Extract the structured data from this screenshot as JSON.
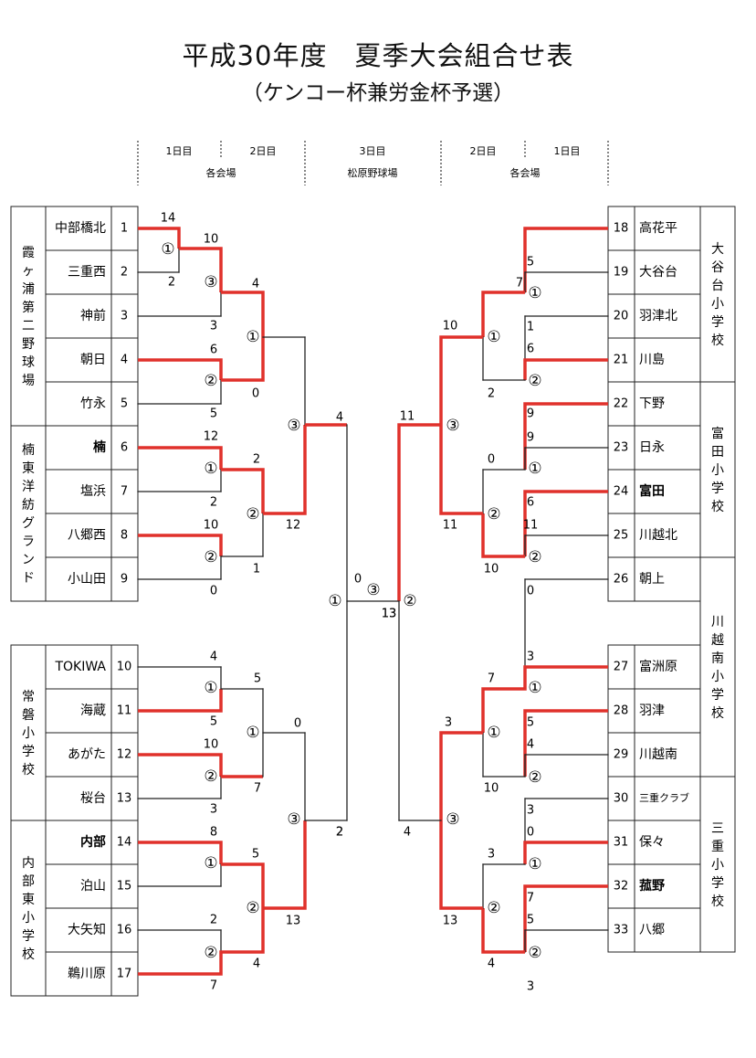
{
  "title": "平成30年度　夏季大会組合せ表",
  "subtitle": "（ケンコー杯兼労金杯予選）",
  "header": {
    "day1": "1日目",
    "day2": "2日目",
    "day3": "3日目",
    "venue_each": "各会場",
    "venue_final": "松原野球場"
  },
  "colors": {
    "winner_line": "#e0312b",
    "line": "#222222"
  },
  "venues": [
    {
      "name": "霞ヶ浦第二野球場",
      "side": "left",
      "from": 1,
      "to": 5
    },
    {
      "name": "楠東洋紡グランド",
      "side": "left",
      "from": 6,
      "to": 9
    },
    {
      "name": "常磐小学校",
      "side": "left",
      "from": 10,
      "to": 13
    },
    {
      "name": "内部東小学校",
      "side": "left",
      "from": 14,
      "to": 17
    },
    {
      "name": "大谷台小学校",
      "side": "right",
      "from": 18,
      "to": 21
    },
    {
      "name": "富田小学校",
      "side": "right",
      "from": 22,
      "to": 25
    },
    {
      "name": "川越南小学校",
      "side": "right",
      "from": 26,
      "to": 29
    },
    {
      "name": "三重小学校",
      "side": "right",
      "from": 30,
      "to": 33
    }
  ],
  "teams": [
    {
      "no": "1",
      "name": "中部橋北",
      "side": "left"
    },
    {
      "no": "2",
      "name": "三重西",
      "side": "left"
    },
    {
      "no": "3",
      "name": "神前",
      "side": "left"
    },
    {
      "no": "4",
      "name": "朝日",
      "side": "left"
    },
    {
      "no": "5",
      "name": "竹永",
      "side": "left"
    },
    {
      "no": "6",
      "name": "楠",
      "side": "left",
      "bold": true
    },
    {
      "no": "7",
      "name": "塩浜",
      "side": "left"
    },
    {
      "no": "8",
      "name": "八郷西",
      "side": "left"
    },
    {
      "no": "9",
      "name": "小山田",
      "side": "left"
    },
    {
      "no": "10",
      "name": "TOKIWA",
      "side": "left"
    },
    {
      "no": "11",
      "name": "海蔵",
      "side": "left"
    },
    {
      "no": "12",
      "name": "あがた",
      "side": "left"
    },
    {
      "no": "13",
      "name": "桜台",
      "side": "left"
    },
    {
      "no": "14",
      "name": "内部",
      "side": "left",
      "bold": true
    },
    {
      "no": "15",
      "name": "泊山",
      "side": "left"
    },
    {
      "no": "16",
      "name": "大矢知",
      "side": "left"
    },
    {
      "no": "17",
      "name": "鵜川原",
      "side": "left"
    },
    {
      "no": "18",
      "name": "高花平",
      "side": "right"
    },
    {
      "no": "19",
      "name": "大谷台",
      "side": "right"
    },
    {
      "no": "20",
      "name": "羽津北",
      "side": "right"
    },
    {
      "no": "21",
      "name": "川島",
      "side": "right"
    },
    {
      "no": "22",
      "name": "下野",
      "side": "right"
    },
    {
      "no": "23",
      "name": "日永",
      "side": "right"
    },
    {
      "no": "24",
      "name": "富田",
      "side": "right",
      "bold": true
    },
    {
      "no": "25",
      "name": "川越北",
      "side": "right"
    },
    {
      "no": "26",
      "name": "朝上",
      "side": "right"
    },
    {
      "no": "27",
      "name": "富洲原",
      "side": "right"
    },
    {
      "no": "28",
      "name": "羽津",
      "side": "right"
    },
    {
      "no": "29",
      "name": "川越南",
      "side": "right"
    },
    {
      "no": "30",
      "name": "三重クラブ",
      "side": "right",
      "small": true
    },
    {
      "no": "31",
      "name": "保々",
      "side": "right"
    },
    {
      "no": "32",
      "name": "菰野",
      "side": "right",
      "bold": true
    },
    {
      "no": "33",
      "name": "八郷",
      "side": "right"
    }
  ],
  "scores": [
    "14",
    "2",
    "10",
    "3",
    "6",
    "0",
    "4",
    "5",
    "12",
    "2",
    "10",
    "1",
    "2",
    "12",
    "0",
    "4",
    "4",
    "5",
    "5",
    "10",
    "7",
    "3",
    "8",
    "0",
    "5",
    "2",
    "4",
    "7",
    "13",
    "0",
    "2",
    "13",
    "5",
    "7",
    "1",
    "6",
    "9",
    "10",
    "2",
    "9",
    "0",
    "6",
    "11",
    "10",
    "11",
    "11",
    "0",
    "3",
    "5",
    "7",
    "4",
    "3",
    "10",
    "3",
    "0",
    "7",
    "3",
    "5",
    "4",
    "13",
    "3",
    "4",
    "13",
    "2"
  ],
  "game_marks": [
    "①",
    "②",
    "③"
  ]
}
